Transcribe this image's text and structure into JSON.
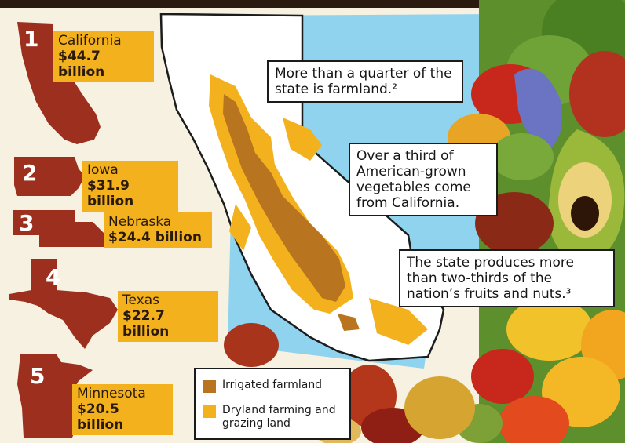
{
  "rankings": [
    {
      "rank": "1",
      "state": "California",
      "value": "$44.7 billion"
    },
    {
      "rank": "2",
      "state": "Iowa",
      "value": "$31.9 billion"
    },
    {
      "rank": "3",
      "state": "Nebraska",
      "value": "$24.4 billion"
    },
    {
      "rank": "4",
      "state": "Texas",
      "value": "$22.7 billion"
    },
    {
      "rank": "5",
      "state": "Minnesota",
      "value": "$20.5 billion"
    }
  ],
  "callouts": {
    "farmland": "More than a quarter of the state is farmland.²",
    "vegetables": "Over a third of American-grown vegetables come from California.",
    "fruits": "The state produces more than two-thirds of the nation’s fruits and nuts.³"
  },
  "legend": {
    "irrigated": "Irrigated farmland",
    "dryland": "Dryland farming and grazing land"
  },
  "colors": {
    "state_shape": "#9c2f1e",
    "label_bg": "#f3b21d",
    "irrigated": "#b8741e",
    "dryland": "#f3b21d",
    "ocean": "#8fd3ef",
    "background": "#f7f1e1"
  }
}
